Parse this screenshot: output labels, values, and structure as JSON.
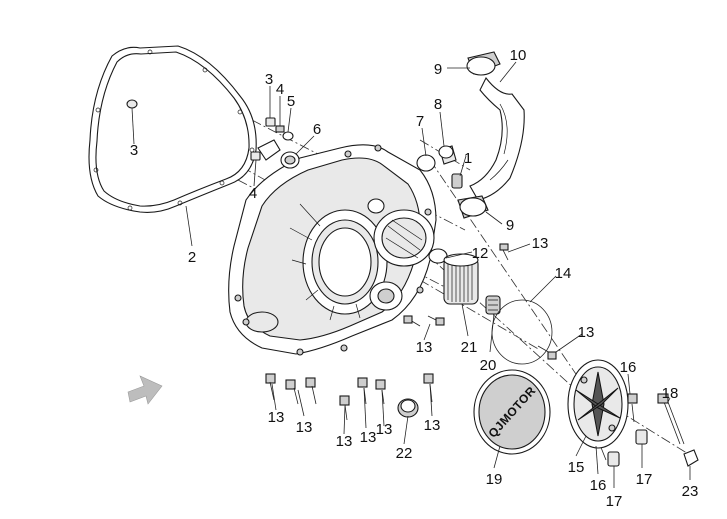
{
  "diagram": {
    "logo_text": "QJMOTOR",
    "callouts": [
      {
        "id": "c3a",
        "text": "3"
      },
      {
        "id": "c3b",
        "text": "3"
      },
      {
        "id": "c4a",
        "text": "4"
      },
      {
        "id": "c5",
        "text": "5"
      },
      {
        "id": "c6",
        "text": "6"
      },
      {
        "id": "c4b",
        "text": "4"
      },
      {
        "id": "c2",
        "text": "2"
      },
      {
        "id": "c7",
        "text": "7"
      },
      {
        "id": "c8",
        "text": "8"
      },
      {
        "id": "c9a",
        "text": "9"
      },
      {
        "id": "c10",
        "text": "10"
      },
      {
        "id": "c1",
        "text": "1"
      },
      {
        "id": "c9b",
        "text": "9"
      },
      {
        "id": "c12",
        "text": "12"
      },
      {
        "id": "c13a",
        "text": "13"
      },
      {
        "id": "c14",
        "text": "14"
      },
      {
        "id": "c13b",
        "text": "13"
      },
      {
        "id": "c21",
        "text": "21"
      },
      {
        "id": "c20",
        "text": "20"
      },
      {
        "id": "c13c",
        "text": "13"
      },
      {
        "id": "c16a",
        "text": "16"
      },
      {
        "id": "c18",
        "text": "18"
      },
      {
        "id": "c13d",
        "text": "13"
      },
      {
        "id": "c13e",
        "text": "13"
      },
      {
        "id": "c13f",
        "text": "13"
      },
      {
        "id": "c13g",
        "text": "13"
      },
      {
        "id": "c13h",
        "text": "13"
      },
      {
        "id": "c13i",
        "text": "13"
      },
      {
        "id": "c22",
        "text": "22"
      },
      {
        "id": "c19",
        "text": "19"
      },
      {
        "id": "c15",
        "text": "15"
      },
      {
        "id": "c16b",
        "text": "16"
      },
      {
        "id": "c17a",
        "text": "17"
      },
      {
        "id": "c17b",
        "text": "17"
      },
      {
        "id": "c23",
        "text": "23"
      }
    ]
  }
}
